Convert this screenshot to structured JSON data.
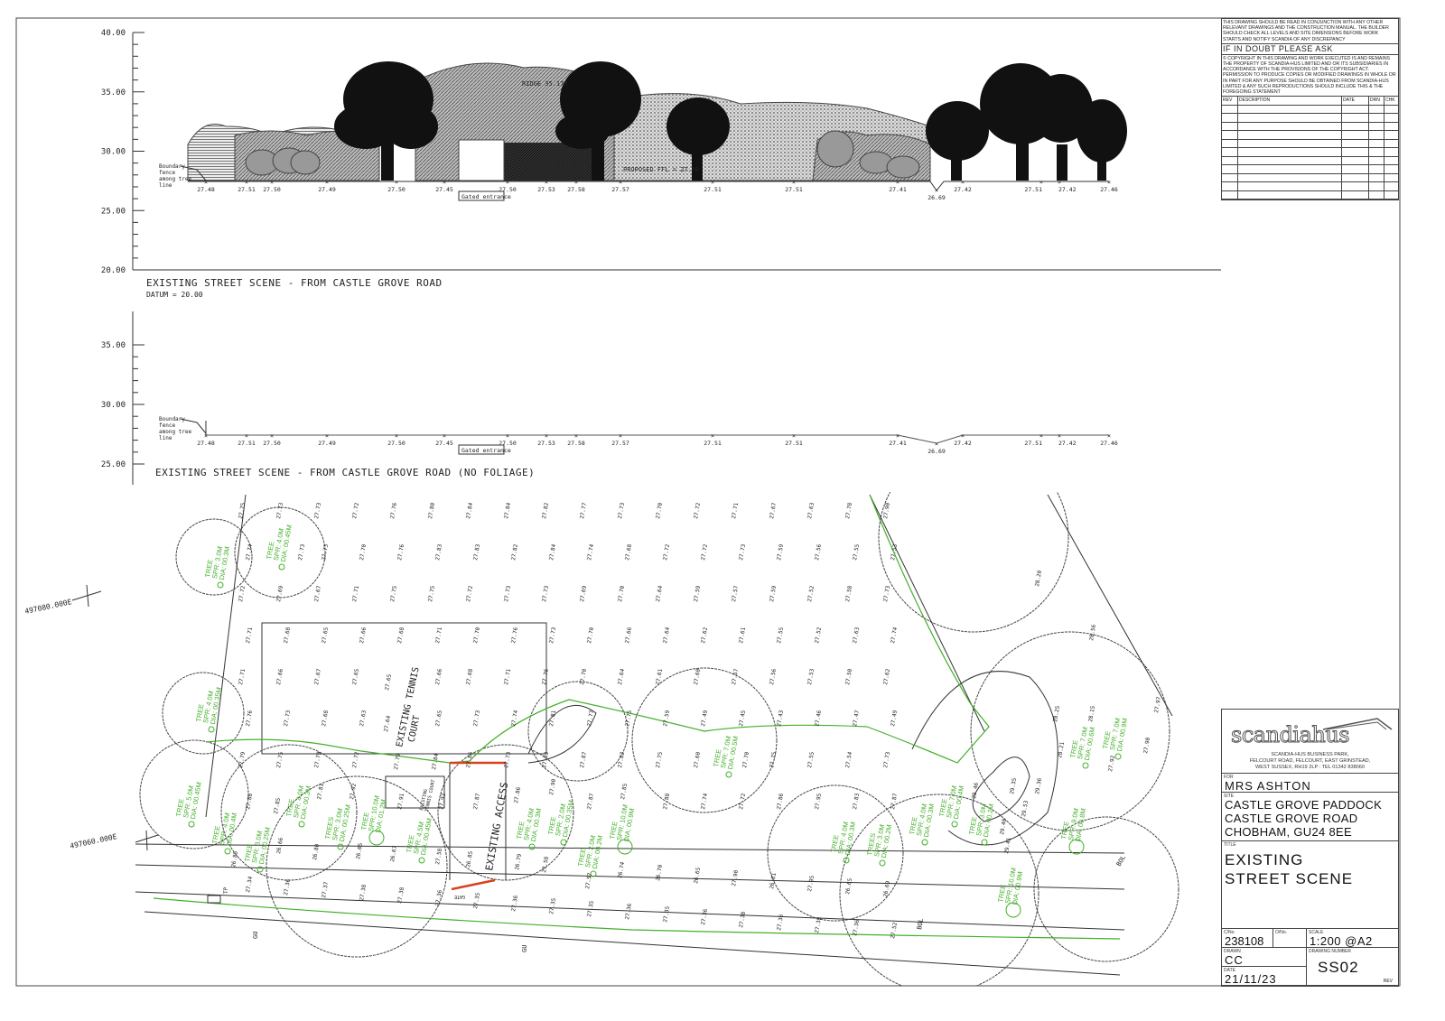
{
  "notes": {
    "general": "THIS DRAWING SHOULD BE READ IN CONJUNCTION WITH ANY OTHER RELEVANT DRAWINGS AND THE CONSTRUCTION MANUAL. THE BUILDER SHOULD CHECK ALL LEVELS AND SITE DIMENSIONS BEFORE WORK STARTS AND NOTIFY SCANDIA OF ANY DISCREPANCY",
    "if_in_doubt": "IF IN DOUBT PLEASE ASK",
    "copyright": "© COPYRIGHT IN THIS DRAWING AND WORK EXECUTED IS AND REMAINS THE PROPERTY OF SCANDIA-HUS LIMITED AND OR ITS SUBSIDIARIES IN ACCORDANCE WITH THE PROVISIONS OF THE COPYRIGHT ACT. PERMISSION TO PRODUCE COPIES OR MODIFIED DRAWINGS IN WHOLE OR IN PART FOR ANY PURPOSE SHOULD BE OBTAINED FROM SCANDIA-HUS LIMITED & ANY SUCH REPRODUCTIONS SHOULD INCLUDE THIS & THE FOREGOING STATEMENT"
  },
  "revisions": {
    "headers": [
      "REV",
      "DESCRIPTION",
      "DATE",
      "DRN",
      "CHK"
    ],
    "rows": []
  },
  "title_block": {
    "logo": "scandiahus",
    "address": [
      "SCANDIA-HUS BUSINESS PARK,",
      "FELCOURT ROAD, FELCOURT, EAST GRINSTEAD,",
      "WEST SUSSEX, RH19 2LP : TEL 01342 838060"
    ],
    "for_label": "FOR",
    "for": "MRS ASHTON",
    "site_label": "SITE",
    "site": [
      "CASTLE GROVE PADDOCK",
      "CASTLE GROVE ROAD",
      "CHOBHAM, GU24 8EE"
    ],
    "title_label": "TITLE",
    "title": [
      "EXISTING",
      "STREET SCENE"
    ],
    "cno_label": "C/No.",
    "cno": "238108",
    "ono_label": "O/No.",
    "ono": "",
    "scale_label": "SCALE",
    "scale": "1:200 @A2",
    "drawn_label": "DRAWN",
    "drawn": "CC",
    "drawing_number_label": "DRAWING NUMBER",
    "drawing_number": "SS02",
    "date_label": "DATE",
    "date": "21/11/23",
    "rev_label": "REV"
  },
  "elevation_foliage": {
    "title": "EXISTING STREET SCENE - FROM CASTLE GROVE ROAD",
    "datum": "DATUM = 20.00",
    "axis_ticks": [
      "40.00",
      "35.00",
      "30.00",
      "25.00",
      "20.00"
    ],
    "boundary_label": [
      "Boundary",
      "fence",
      "among tree",
      "line"
    ],
    "gated_entrance": "Gated entrance",
    "ridge": "RIDGE 35.178",
    "proposed": "PROPOSED FFL = 27.58",
    "levels": [
      "27.48",
      "27.51",
      "27.50",
      "27.49",
      "27.50",
      "27.45",
      "27.50",
      "27.53",
      "27.58",
      "27.57",
      "27.51",
      "27.51",
      "27.41",
      "26.69",
      "27.42",
      "27.51",
      "27.42",
      "27.46"
    ]
  },
  "elevation_no_foliage": {
    "title": "EXISTING STREET SCENE - FROM CASTLE GROVE ROAD (NO FOLIAGE)",
    "axis_ticks": [
      "35.00",
      "30.00",
      "25.00"
    ],
    "boundary_label": [
      "Boundary",
      "fence",
      "among tree",
      "line"
    ],
    "gated_entrance": "Gated entrance",
    "levels": [
      "27.48",
      "27.51",
      "27.50",
      "27.49",
      "27.50",
      "27.45",
      "27.50",
      "27.53",
      "27.58",
      "27.57",
      "27.51",
      "27.51",
      "27.41",
      "26.69",
      "27.42",
      "27.51",
      "27.42",
      "27.46"
    ]
  },
  "site_plan": {
    "grid_labels": [
      "497080.000E",
      "497060.000E"
    ],
    "tennis_court": [
      "EXISTING TENNIS",
      "COURT"
    ],
    "small_court": [
      "EXISTING",
      "TENNIS COURT"
    ],
    "existing_access": "EXISTING ACCESS",
    "gate": "GATE",
    "misc": [
      "BOL",
      "BOL",
      "GU",
      "GU",
      "TP"
    ],
    "trees": [
      [
        "TREE",
        "SPR: 3.0M",
        "DIA: 00.3M"
      ],
      [
        "TREE",
        "SPR: 4.0M",
        "DIA: 00.45M"
      ],
      [
        "TREE",
        "SPR: 4.0M",
        "DIA: 00.35M"
      ],
      [
        "TREE",
        "SPR: 5.0M",
        "DIA: 00.45M"
      ],
      [
        "TREE",
        "SPR: 4.0M",
        "DIA: 00.4M"
      ],
      [
        "TREE",
        "SPR: 3.0M",
        "DIA: 00.25M"
      ],
      [
        "TREE",
        "SPR: 4.0M",
        "DIA: 00.3M"
      ],
      [
        "TREES",
        "SPR: 3.0M",
        "DIA: 00.25M"
      ],
      [
        "TREE",
        "SPR: 10.0M",
        "DIA: 01.2M"
      ],
      [
        "TREE",
        "SPR: 4.5M",
        "DIA: 00.45M"
      ],
      [
        "TREE",
        "SPR: 4.0M",
        "DIA: 00.3M"
      ],
      [
        "TREE",
        "SPR: 2.0M",
        "DIA: 00.35M"
      ],
      [
        "TREE",
        "SPR: 2.0M",
        "DIA: 00.2M"
      ],
      [
        "TREE",
        "SPR: 10.0M",
        "DIA: 00.9M"
      ],
      [
        "TREE",
        "SPR: 7.0M",
        "DIA: 00.5M"
      ],
      [
        "TREE",
        "SPR: 4.0M",
        "DIA: 00.3M"
      ],
      [
        "TREES",
        "SPR: 3.0M",
        "DIA: 00.2M"
      ],
      [
        "TREE",
        "SPR: 4.0M",
        "DIA: 00.3M"
      ],
      [
        "TREE",
        "SPR: 7.0M",
        "DIA: 00.4M"
      ],
      [
        "TREE",
        "SPR: 3.0M",
        "DIA: 00.2M"
      ],
      [
        "TREE",
        "SPR: 10.0M",
        "DIA: 00.9M"
      ],
      [
        "TREE",
        "SPR: 9.0M",
        "DIA: 00.8M"
      ],
      [
        "TREE",
        "SPR: 7.0M",
        "DIA: 00.6M"
      ],
      [
        "TREE",
        "SPR: 7.0M",
        "DIA: 00.9M"
      ]
    ],
    "spot_levels": [
      [
        "27.75",
        "27.73",
        "27.73",
        "27.72",
        "27.76",
        "27.80",
        "27.84",
        "27.84",
        "27.82",
        "27.77",
        "27.73",
        "27.70",
        "27.72",
        "27.71",
        "27.67",
        "27.63",
        "27.78",
        "27.90"
      ],
      [
        "27.74",
        "27.73",
        "27.73",
        "27.70",
        "27.76",
        "27.83",
        "27.83",
        "27.82",
        "27.84",
        "27.74",
        "27.68",
        "27.72",
        "27.72",
        "27.73",
        "27.59",
        "27.56",
        "27.55",
        "27.53"
      ],
      [
        "27.72",
        "27.69",
        "27.67",
        "27.71",
        "27.75",
        "27.75",
        "27.72",
        "27.73",
        "27.73",
        "27.69",
        "27.70",
        "27.64",
        "27.59",
        "27.57",
        "27.59",
        "27.52",
        "27.58",
        "27.73"
      ],
      [
        "27.71",
        "27.68",
        "27.65",
        "27.66",
        "27.68",
        "27.71",
        "27.70",
        "27.76",
        "27.73",
        "27.70",
        "27.66",
        "27.64",
        "27.62",
        "27.61",
        "27.55",
        "27.52",
        "27.63",
        "27.74"
      ],
      [
        "27.71",
        "27.66",
        "27.67",
        "27.65",
        "27.65",
        "27.66",
        "27.68",
        "27.71",
        "27.76",
        "27.70",
        "27.64",
        "27.61",
        "27.60",
        "27.57",
        "27.56",
        "27.53",
        "27.50",
        "27.62"
      ],
      [
        "27.76",
        "27.73",
        "27.68",
        "27.63",
        "27.64",
        "27.65",
        "27.73",
        "27.74",
        "27.81",
        "27.77",
        "27.75",
        "27.59",
        "27.49",
        "27.45",
        "27.43",
        "27.46",
        "27.47",
        "27.49"
      ],
      [
        "27.79",
        "27.75",
        "27.79",
        "27.72",
        "27.79",
        "27.84",
        "27.86",
        "27.73",
        "27.93",
        "27.87",
        "27.82",
        "27.75",
        "27.60",
        "27.70",
        "27.75",
        "27.55",
        "27.54",
        "27.73"
      ],
      [
        "27.88",
        "27.85",
        "27.81",
        "27.92",
        "27.91",
        "27.92",
        "27.87",
        "27.86",
        "27.90",
        "27.87",
        "27.85",
        "27.88",
        "27.74",
        "27.72",
        "27.86",
        "27.95",
        "27.83",
        "27.87"
      ],
      [
        "26.85",
        "26.66",
        "26.80",
        "26.65",
        "26.67",
        "27.58",
        "26.85",
        "26.79",
        "27.58",
        "27.57",
        "26.74",
        "26.70",
        "26.65",
        "27.90",
        "26.61",
        "27.95",
        "26.65",
        "26.69"
      ],
      [
        "27.34",
        "27.36",
        "27.37",
        "27.38",
        "27.38",
        "27.36",
        "27.35",
        "27.36",
        "27.35",
        "27.35",
        "27.36",
        "27.35",
        "27.36",
        "27.38",
        "27.36",
        "27.38",
        "27.36",
        "27.52"
      ]
    ],
    "mound_levels": [
      "29.40",
      "29.53",
      "29.46",
      "29.36",
      "29.35",
      "29.41",
      "28.25",
      "28.15",
      "28.21",
      "27.92",
      "27.90",
      "27.97",
      "28.20",
      "28.56"
    ]
  },
  "colors": {
    "line": "#333333",
    "vegetation": "#43b02a",
    "gate": "#d9411e"
  }
}
